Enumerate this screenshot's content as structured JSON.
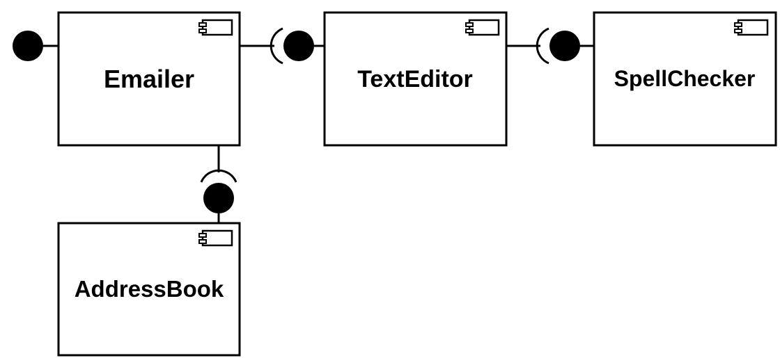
{
  "diagram": {
    "components": {
      "emailer": "Emailer",
      "text_editor": "TextEditor",
      "spell_checker": "SpellChecker",
      "address_book": "AddressBook"
    },
    "icon": "uml-component-icon",
    "colors": {
      "stroke": "#000000",
      "fill": "#ffffff",
      "ball": "#000000"
    }
  }
}
